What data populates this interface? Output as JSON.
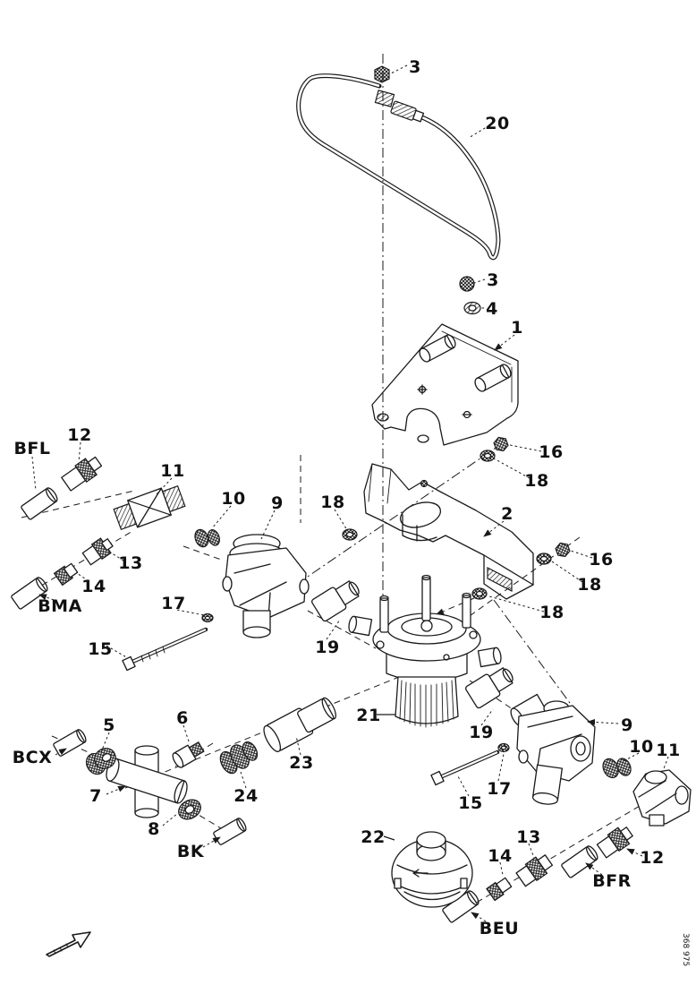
{
  "diagram": {
    "type": "exploded-parts-diagram",
    "subject": "brake valve, brackets, hose and pipe fittings",
    "background_color": "#ffffff",
    "line_color": "#1a1a1a",
    "drawing_number": "368 975",
    "callouts": [
      {
        "label": "3"
      },
      {
        "label": "20"
      },
      {
        "label": "3"
      },
      {
        "label": "4"
      },
      {
        "label": "1"
      },
      {
        "label": "16"
      },
      {
        "label": "18"
      },
      {
        "label": "2"
      },
      {
        "label": "16"
      },
      {
        "label": "18"
      },
      {
        "label": "18"
      },
      {
        "label": "BFL"
      },
      {
        "label": "12"
      },
      {
        "label": "11"
      },
      {
        "label": "10"
      },
      {
        "label": "9"
      },
      {
        "label": "18"
      },
      {
        "label": "13"
      },
      {
        "label": "14"
      },
      {
        "label": "BMA"
      },
      {
        "label": "17"
      },
      {
        "label": "15"
      },
      {
        "label": "19"
      },
      {
        "label": "21"
      },
      {
        "label": "19"
      },
      {
        "label": "9"
      },
      {
        "label": "10"
      },
      {
        "label": "11"
      },
      {
        "label": "15"
      },
      {
        "label": "17"
      },
      {
        "label": "13"
      },
      {
        "label": "14"
      },
      {
        "label": "12"
      },
      {
        "label": "BFR"
      },
      {
        "label": "BEU"
      },
      {
        "label": "BCX"
      },
      {
        "label": "5"
      },
      {
        "label": "6"
      },
      {
        "label": "7"
      },
      {
        "label": "8"
      },
      {
        "label": "BK"
      },
      {
        "label": "23"
      },
      {
        "label": "24"
      },
      {
        "label": "22"
      }
    ]
  }
}
